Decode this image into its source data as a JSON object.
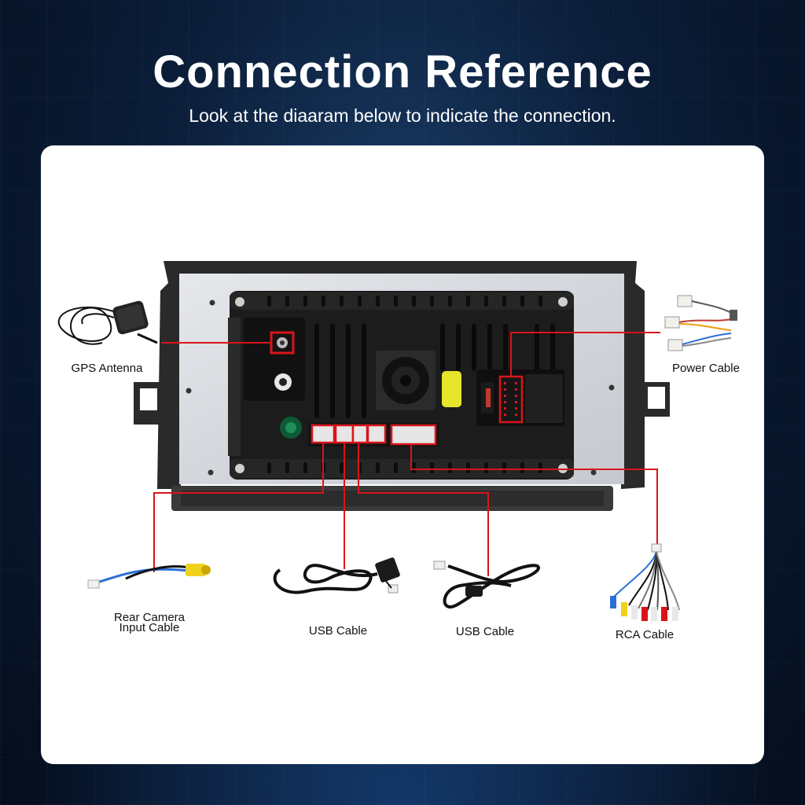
{
  "header": {
    "title": "Connection Reference",
    "subtitle": "Look at the diaaram below to indicate the connection."
  },
  "labels": {
    "gps": "GPS Antenna",
    "power": "Power Cable",
    "rear_camera_line1": "Rear Camera",
    "rear_camera_line2": "Input Cable",
    "usb_1": "USB Cable",
    "usb_2": "USB Cable",
    "rca": "RCA Cable"
  },
  "colors": {
    "background": "#0b1d38",
    "card": "#ffffff",
    "callout_line": "#d9141b",
    "unit_body": "#1c1c1c",
    "frame": "#d4d7dc"
  }
}
